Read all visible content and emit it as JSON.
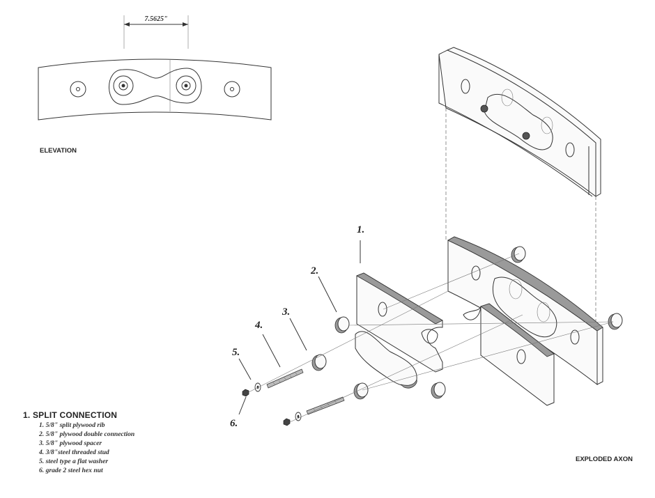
{
  "elevation": {
    "dimension": "7.5625\"",
    "label": "ELEVATION"
  },
  "exploded": {
    "label": "EXPLODED AXON",
    "callouts": [
      "1.",
      "2.",
      "3.",
      "4.",
      "5.",
      "6."
    ]
  },
  "legend": {
    "title": "1. SPLIT CONNECTION",
    "items": [
      "1. 5/8\" split plywood rib",
      "2. 5/8\" plywood double connection",
      "3. 5/8\" plywood spacer",
      "4. 3/8\"steel threaded stud",
      "5. steel type a flat washer",
      "6. grade 2 steel hex nut"
    ]
  }
}
